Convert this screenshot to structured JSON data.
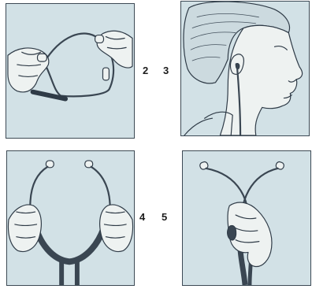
{
  "figures": [
    {
      "number": "2",
      "icon": "stethoscope-held-open"
    },
    {
      "number": "3",
      "icon": "profile-with-earpiece"
    },
    {
      "number": "4",
      "icon": "stethoscope-headset-held"
    },
    {
      "number": "5",
      "icon": "stethoscope-crossed-held"
    }
  ],
  "colors": {
    "panel_fill": "#d2e1e6",
    "line": "#2f3b47",
    "label": "#1c1c1c"
  }
}
